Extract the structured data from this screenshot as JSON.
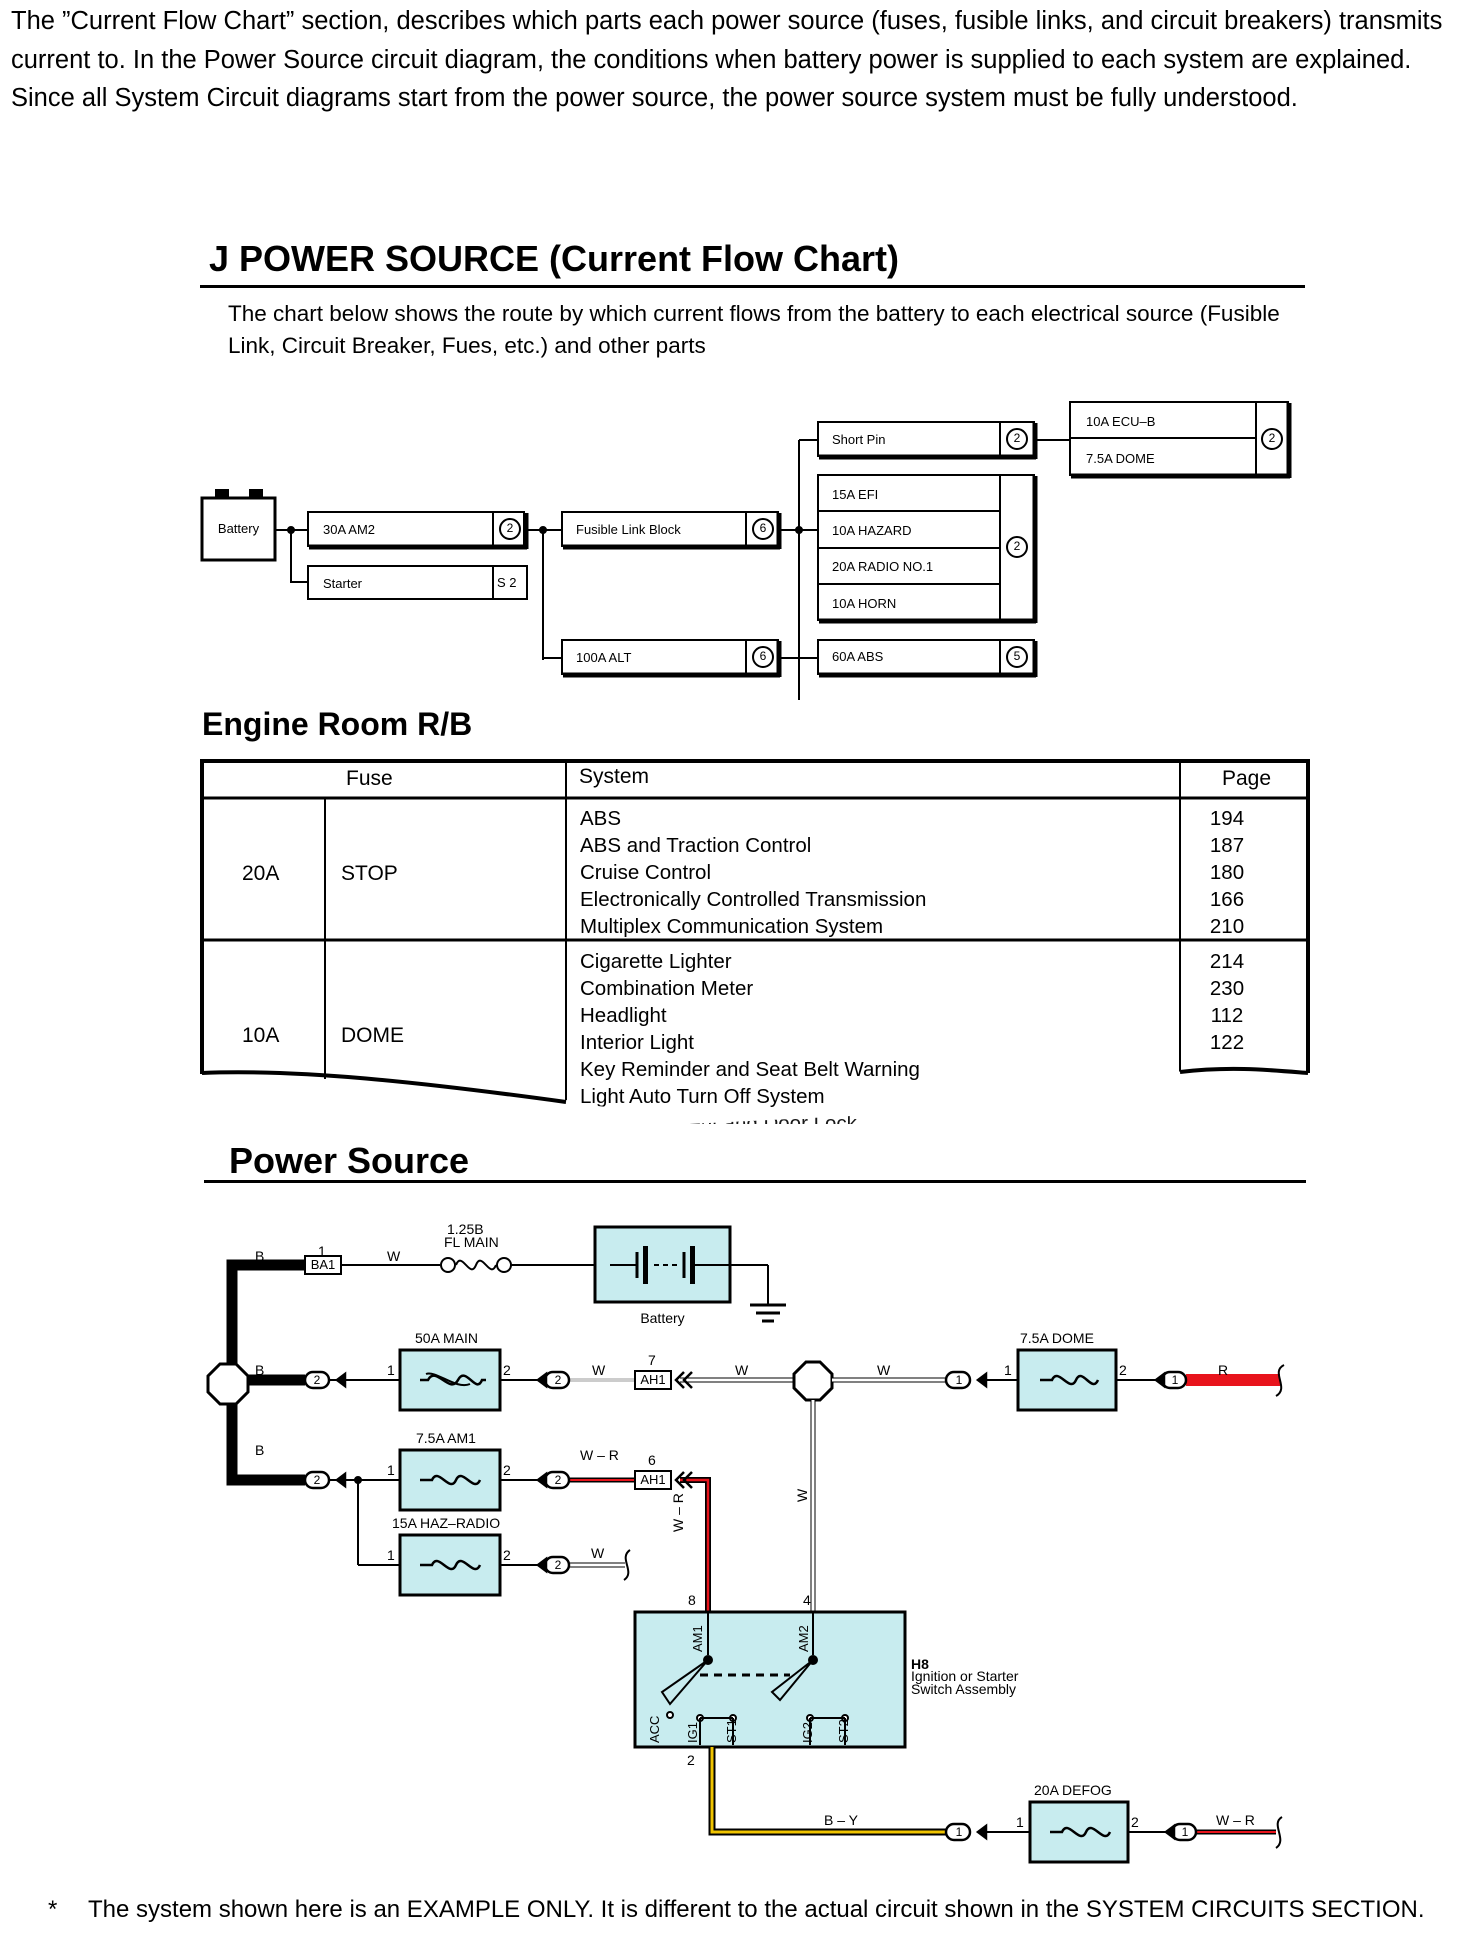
{
  "intro_text": "The ”Current Flow Chart” section, describes which parts each power source (fuses, fusible links, and circuit breakers) transmits current to. In the Power Source circuit diagram, the conditions when battery power is supplied to each system are explained. Since all System Circuit diagrams start from the power source, the power source system must be fully understood.",
  "flow_chart": {
    "title": "J POWER SOURCE (Current Flow Chart)",
    "description": "The chart below shows the route by which current flows from the battery to each electrical source (Fusible Link, Circuit Breaker, Fues, etc.) and other parts",
    "battery": "Battery",
    "am2": "30A AM2",
    "am2_pin": "2",
    "starter": "Starter",
    "starter_pin": "S 2",
    "fusible_link_block": "Fusible Link Block",
    "flb_pin": "6",
    "alt": "100A ALT",
    "alt_pin": "6",
    "short_pin": "Short Pin",
    "short_pin_num": "2",
    "ecu_b": "10A ECU–B",
    "dome": "7.5A DOME",
    "ecu_group_pin": "2",
    "efi": "15A EFI",
    "hazard": "10A HAZARD",
    "radio": "20A RADIO NO.1",
    "horn": "10A HORN",
    "fuse_group_pin": "2",
    "abs": "60A ABS",
    "abs_pin": "5"
  },
  "relay_block": {
    "title": "Engine Room R/B",
    "headers": {
      "fuse": "Fuse",
      "system": "System",
      "page": "Page"
    },
    "rows": [
      {
        "amp": "20A",
        "name": "STOP",
        "systems": [
          "ABS",
          "ABS and Traction Control",
          "Cruise Control",
          "Electronically Controlled Transmission",
          "Multiplex Communication System"
        ],
        "pages": [
          "194",
          "187",
          "180",
          "166",
          "210"
        ]
      },
      {
        "amp": "10A",
        "name": "DOME",
        "systems": [
          "Cigarette Lighter",
          "Combination Meter",
          "Headlight",
          "Interior Light",
          "Key Reminder and Seat Belt Warning",
          "Light Auto Turn Off System",
          "Theft Deterrent and Door Lock"
        ],
        "pages": [
          "214",
          "230",
          "112",
          "122"
        ]
      }
    ]
  },
  "power_source": {
    "title": "Power Source",
    "fl_main_a": "1.25B",
    "fl_main_b": "FL MAIN",
    "battery": "Battery",
    "main_fuse": "50A MAIN",
    "am1_fuse": "7.5A AM1",
    "haz_fuse": "15A HAZ–RADIO",
    "dome_fuse": "7.5A DOME",
    "defog_fuse": "20A DEFOG",
    "ba1": "BA1",
    "ah1": "AH1",
    "wire_b": "B",
    "wire_w": "W",
    "wire_wr": "W – R",
    "wire_r": "R",
    "wire_by": "B – Y",
    "switch_code": "H8",
    "switch_name_1": "Ignition or Starter",
    "switch_name_2": "Switch Assembly",
    "am1": "AM1",
    "am2": "AM2",
    "acc": "ACC",
    "ig1": "IG1",
    "st1": "ST1",
    "ig2": "IG2",
    "st2": "ST2",
    "n1": "1",
    "n2": "2",
    "n4": "4",
    "n6": "6",
    "n7": "7",
    "n8": "8",
    "colors": {
      "fuse_fill": "#c8ecef",
      "red": "#e8141c",
      "yellow": "#f0c400"
    }
  },
  "footnote": {
    "star": "*",
    "text": "The system shown here is an EXAMPLE ONLY. It is different to the actual circuit shown in the SYSTEM CIRCUITS SECTION."
  }
}
